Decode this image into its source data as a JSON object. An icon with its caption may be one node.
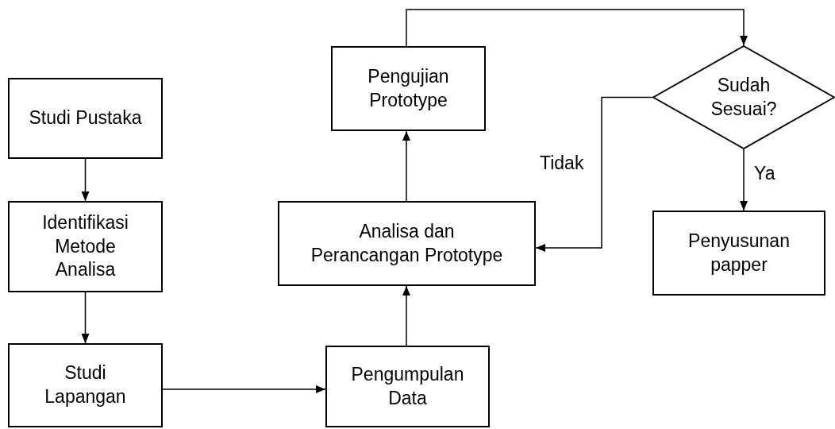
{
  "diagram": {
    "nodes": [
      {
        "text": [
          "Studi Pustaka"
        ]
      },
      {
        "text": [
          "Identifikasi Metode Analisa"
        ]
      },
      {
        "text": [
          "Studi Lapangan"
        ]
      },
      {
        "text": [
          "Pengumpulan Data"
        ]
      },
      {
        "text": [
          "Analisa dan Perancangan Prototype"
        ]
      },
      {
        "text": [
          "Pengujian Prototype"
        ]
      },
      {
        "text": [
          "Sudah Sesuai?"
        ]
      },
      {
        "text": [
          "Penyusunan papper"
        ]
      }
    ],
    "edges": [
      {
        "from": 0,
        "to": 1,
        "arrow": "to"
      },
      {
        "from": 1,
        "to": 2,
        "arrow": "to"
      },
      {
        "from": 2,
        "to": 3,
        "arrow": "to"
      },
      {
        "from": 3,
        "to": 4,
        "arrow": "to"
      },
      {
        "from": 4,
        "to": 5,
        "arrow": "to"
      },
      {
        "from": 5,
        "to": 6,
        "arrow": "to"
      },
      {
        "from": 6,
        "to": 4,
        "arrow": "to",
        "label": "Tidak"
      },
      {
        "from": 6,
        "to": 7,
        "arrow": "to",
        "label": "Ya"
      }
    ]
  }
}
